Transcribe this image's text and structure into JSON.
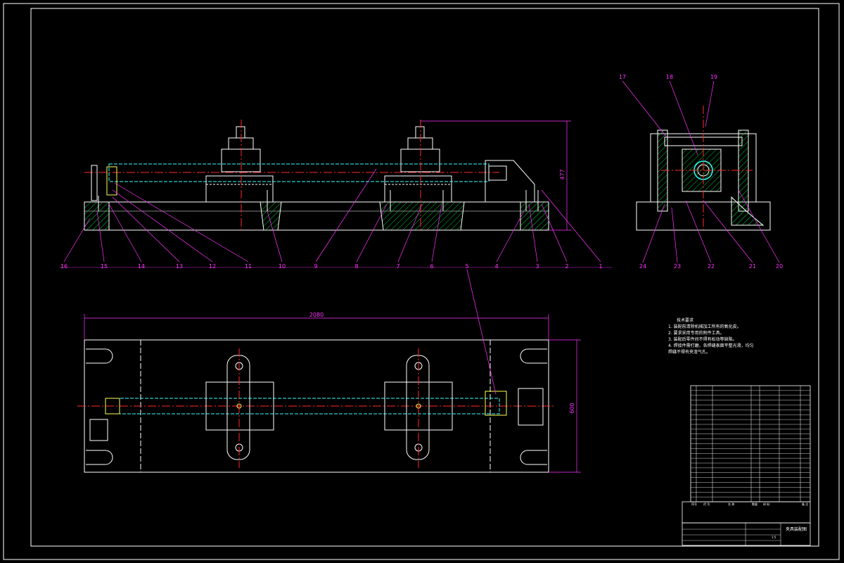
{
  "dimensions": {
    "height_front": "477",
    "length_plan": "2080",
    "width_plan": "600"
  },
  "callouts_front": [
    "16",
    "15",
    "14",
    "13",
    "12",
    "11",
    "10",
    "9",
    "8",
    "7",
    "6",
    "5",
    "4",
    "3",
    "2",
    "1"
  ],
  "callouts_side_top": [
    "17",
    "18",
    "19"
  ],
  "callouts_side_bottom": [
    "24",
    "23",
    "22",
    "21",
    "20"
  ],
  "tech_requirements": {
    "title": "技术要求",
    "lines": [
      "1. 装配前清除机械加工所有的氧化皮。",
      "2. 要求采用专用的附件工具。",
      "3. 装配后零件间不得有松动等缺陷。",
      "4. 焊接件需打磨，各焊缝表面平整光滑，均匀",
      "焊缝不得有夹渣气孔。"
    ]
  },
  "title_block": {
    "name": "夹具装配图",
    "header_cols": [
      "序号",
      "代 号",
      "名 称",
      "数量",
      "材 料",
      "备 注"
    ],
    "scale": "1:5"
  },
  "colors": {
    "outline": "#ffffff",
    "annotation": "#ff33ff",
    "hatch": "#00cc33",
    "centerline": "#ff2a2a",
    "shaft": "#33ffff",
    "part": "#ffff55"
  }
}
